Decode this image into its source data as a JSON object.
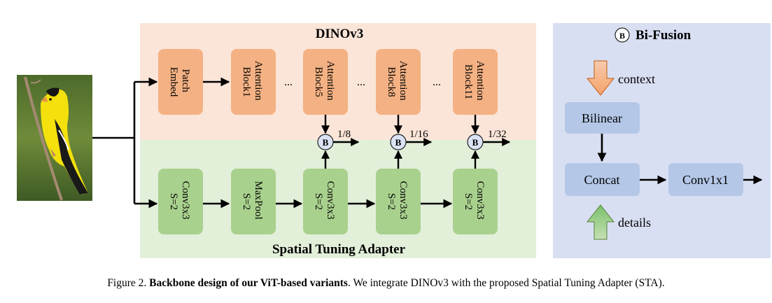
{
  "dinov3": {
    "title": "DINOv3",
    "blocks": [
      {
        "line1": "Patch",
        "line2": "Embed"
      },
      {
        "line1": "Attention",
        "line2": "Block1"
      },
      {
        "line1": "Attention",
        "line2": "Block5"
      },
      {
        "line1": "Attention",
        "line2": "Block8"
      },
      {
        "line1": "Attention",
        "line2": "Block11"
      }
    ],
    "ellipsis": "..."
  },
  "adapter": {
    "title": "Spatial Tuning Adapter",
    "blocks": [
      {
        "line1": "Conv3x3",
        "line2": "S=2"
      },
      {
        "line1": "MaxPool",
        "line2": "S=2"
      },
      {
        "line1": "Conv3x3",
        "line2": "S=2"
      },
      {
        "line1": "Conv3x3",
        "line2": "S=2"
      },
      {
        "line1": "Conv3x3",
        "line2": "S=2"
      }
    ]
  },
  "fusion_symbol": "B",
  "scales": [
    "1/8",
    "1/16",
    "1/32"
  ],
  "bifusion": {
    "title": "Bi-Fusion",
    "context_label": "context",
    "details_label": "details",
    "bilinear": "Bilinear",
    "concat": "Concat",
    "conv": "Conv1x1"
  },
  "caption": {
    "prefix": "Figure 2.",
    "bold": "Backbone design of our ViT-based variants",
    "rest": ". We integrate DINOv3 with the proposed Spatial Tuning Adapter (STA)."
  },
  "colors": {
    "dino_bg": "#FBE5D8",
    "adapter_bg": "#E2EFD9",
    "bifusion_bg": "#D9DFF2",
    "orange_box": "#F4B183",
    "green_box": "#A9D18E",
    "blue_box": "#B4C7E7",
    "fusion_circle": "#DAE3F3"
  }
}
